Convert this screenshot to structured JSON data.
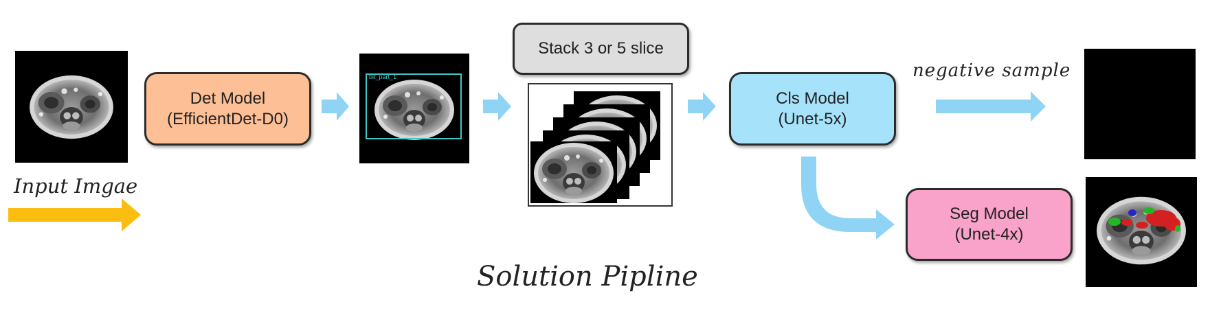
{
  "title": "Solution Pipline",
  "input_label": "Input Imgae",
  "stack_label": "Stack 3 or 5 slice",
  "det_model": {
    "line1": "Det Model",
    "line2": "(EfficientDet-D0)"
  },
  "cls_model": {
    "line1": "Cls Model",
    "line2": "(Unet-5x)"
  },
  "seg_model": {
    "line1": "Seg Model",
    "line2": "(Unet-4x)"
  },
  "negative_label": "negative sample",
  "detection_box_label": "bit_part_1",
  "colors": {
    "det_fill": "#fdbf96",
    "cls_fill": "#a6e3fb",
    "seg_fill": "#f9a2ca",
    "stack_fill": "#dedede",
    "flow_arrow": "#8fd4f4",
    "input_arrow": "#fbbd10",
    "det_box_stroke": "#3ec9c9",
    "mask_red": "#d42020",
    "mask_green": "#25b625",
    "mask_blue": "#2626c8"
  }
}
